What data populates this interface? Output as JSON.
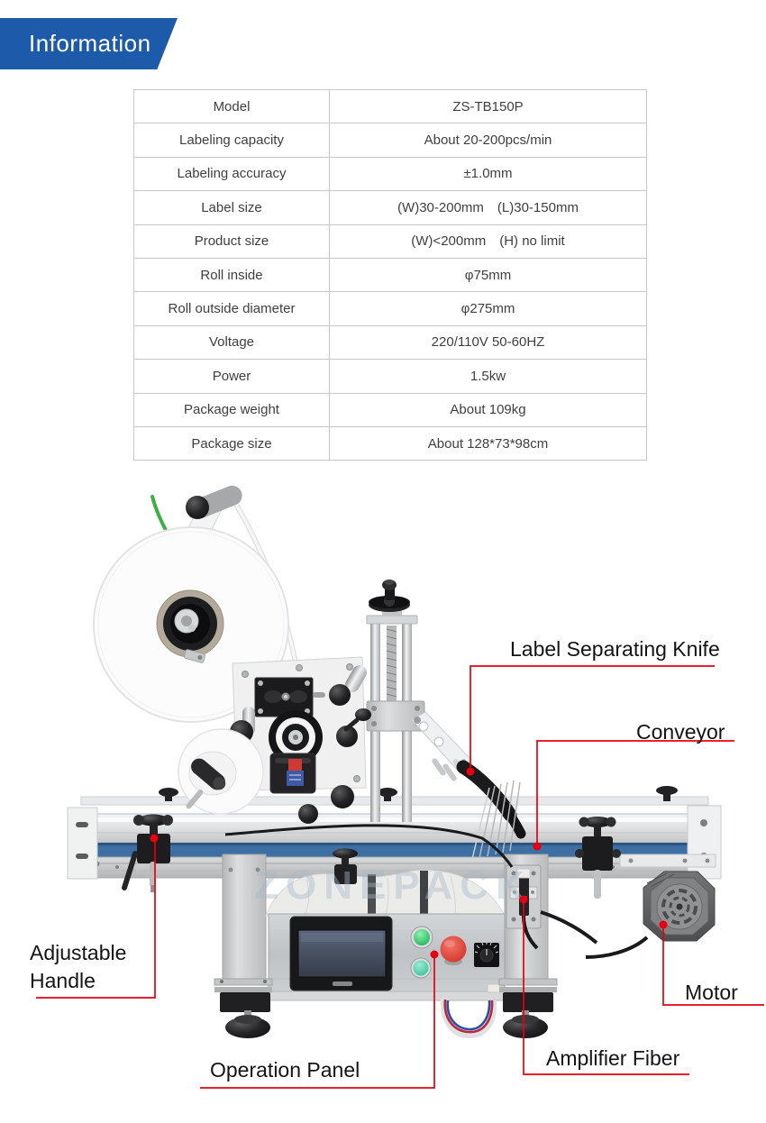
{
  "header": {
    "title": "Information"
  },
  "colors": {
    "accent_blue": "#1d5aa9",
    "callout_red": "#e60012",
    "belt_blue": "#3e6fa3"
  },
  "spec_table": {
    "rows": [
      {
        "label": "Model",
        "value": "ZS-TB150P"
      },
      {
        "label": "Labeling capacity",
        "value": "About 20-200pcs/min"
      },
      {
        "label": "Labeling accuracy",
        "value": "±1.0mm"
      },
      {
        "label": "Label size",
        "value": "(W)30-200mm (L)30-150mm"
      },
      {
        "label": "Product size",
        "value": "(W)<200mm (H) no limit"
      },
      {
        "label": "Roll inside",
        "value": "φ75mm"
      },
      {
        "label": "Roll outside diameter",
        "value": "φ275mm"
      },
      {
        "label": "Voltage",
        "value": "220/110V 50-60HZ"
      },
      {
        "label": "Power",
        "value": "1.5kw"
      },
      {
        "label": "Package weight",
        "value": "About 109kg"
      },
      {
        "label": "Package size",
        "value": "About 128*73*98cm"
      }
    ]
  },
  "machine": {
    "watermark": "ZONEPACK",
    "callouts": [
      {
        "id": "label-separating-knife",
        "label": "Label Separating Knife"
      },
      {
        "id": "conveyor",
        "label": "Conveyor"
      },
      {
        "id": "adjustable-handle",
        "label": "Adjustable Handle"
      },
      {
        "id": "motor",
        "label": "Motor"
      },
      {
        "id": "operation-panel",
        "label": "Operation Panel"
      },
      {
        "id": "amplifier-fiber",
        "label": "Amplifier Fiber"
      }
    ]
  }
}
